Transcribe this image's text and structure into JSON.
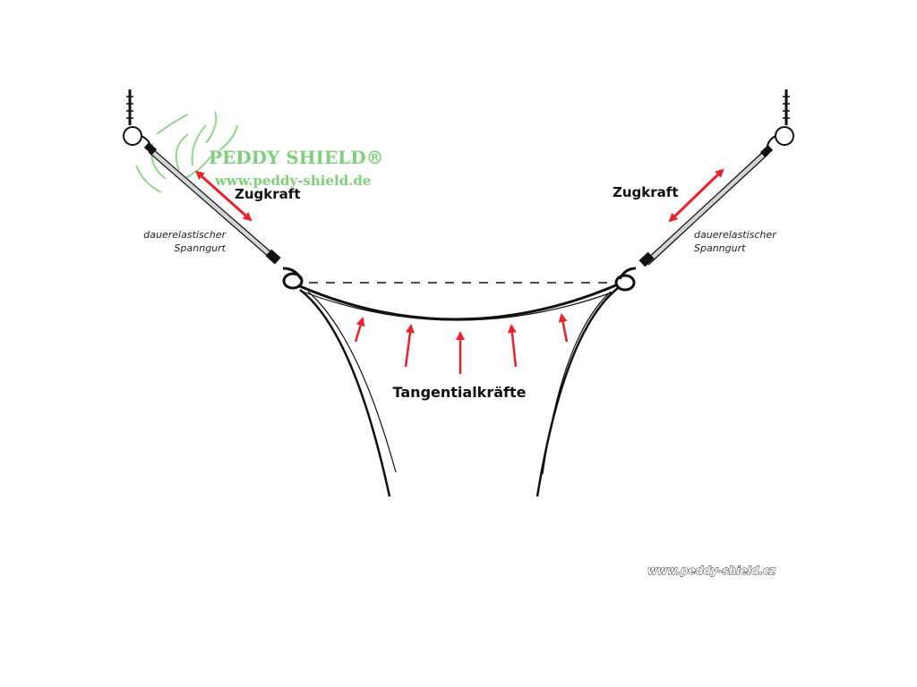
{
  "logo": {
    "brand": "PEDDY SHIELD®",
    "url": "www.peddy-shield.de",
    "color": "#7fd07a"
  },
  "labels": {
    "force_left": "Zugkraft",
    "force_right": "Zugkraft",
    "strap_left_line1": "dauerelastischer",
    "strap_left_line2": "Spanngurt",
    "strap_right_line1": "dauerelastischer",
    "strap_right_line2": "Spanngurt",
    "tangential": "Tangentialkräfte"
  },
  "footer": {
    "url": "www.peddy-shield.cz"
  },
  "colors": {
    "force_arrow": "#e8232a",
    "line": "#111111",
    "strap": "#cfcfcf"
  }
}
